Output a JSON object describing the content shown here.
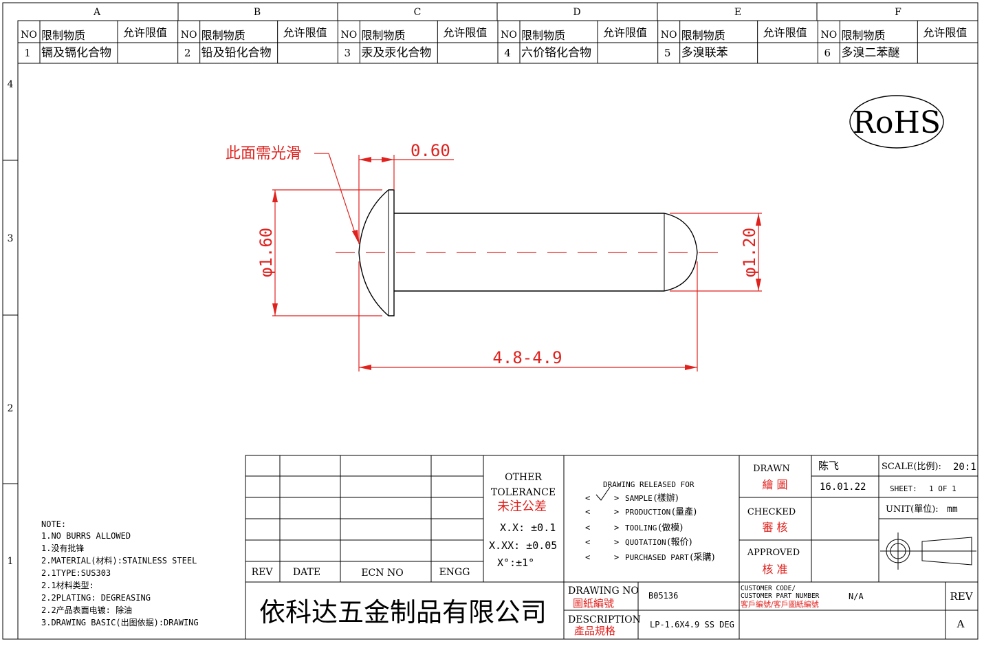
{
  "zones": {
    "columns": [
      "A",
      "B",
      "C",
      "D",
      "E",
      "F"
    ],
    "rows": [
      "4",
      "3",
      "2",
      "1"
    ]
  },
  "restricted": {
    "headers": {
      "no": "NO",
      "substance": "限制物质",
      "limit": "允许限值"
    },
    "items": [
      {
        "no": "1",
        "substance": "镉及镉化合物"
      },
      {
        "no": "2",
        "substance": "铅及铅化合物"
      },
      {
        "no": "3",
        "substance": "汞及汞化合物"
      },
      {
        "no": "4",
        "substance": "六价铬化合物"
      },
      {
        "no": "5",
        "substance": "多溴联苯"
      },
      {
        "no": "6",
        "substance": "多溴二苯醚"
      }
    ]
  },
  "rohs": "RoHS",
  "drawing": {
    "smooth_note": "此面需光滑",
    "dim_head_thk": "0.60",
    "dim_head_dia": "φ1.60",
    "dim_shank_dia": "φ1.20",
    "dim_length": "4.8-4.9"
  },
  "notes": [
    "NOTE:",
    "1.NO BURRS ALLOWED",
    "1.没有批锋",
    "2.MATERIAL(材料):STAINLESS STEEL",
    "2.1TYPE:SUS303",
    "2.1材料类型:",
    "2.2PLATING: DEGREASING",
    "2.2产品表面电镀: 除油",
    "3.DRAWING BASIC(出图依据):DRAWING"
  ],
  "revision_table": {
    "rev": "REV",
    "date": "DATE",
    "ecn": "ECN NO",
    "engg": "ENGG"
  },
  "tolerance": {
    "title1": "OTHER",
    "title2": "TOLERANCE",
    "title_cn": "未注公差",
    "xx": "X.X: ±0.1",
    "xxx": "X.XX: ±0.05",
    "angle": "X°:±1°"
  },
  "release": {
    "title": "DRAWING RELEASED FOR",
    "items": [
      {
        "label": "SAMPLE",
        "cn": "(樣辦)",
        "checked": true
      },
      {
        "label": "PRODUCTION",
        "cn": "(量產)",
        "checked": false
      },
      {
        "label": "TOOLING",
        "cn": "(做模)",
        "checked": false
      },
      {
        "label": "QUOTATION",
        "cn": "(報价)",
        "checked": false
      },
      {
        "label": "PURCHASED PART",
        "cn": "(采購)",
        "checked": false
      }
    ]
  },
  "signoff": {
    "drawn": "DRAWN",
    "drawn_cn": "繪 圖",
    "drawn_by": "陈飞",
    "drawn_date": "16.01.22",
    "checked": "CHECKED",
    "checked_cn": "審 核",
    "approved": "APPROVED",
    "approved_cn": "核 准"
  },
  "sheet": {
    "scale_label": "SCALE(比例):",
    "scale_value": "20:1",
    "sheet_label": "SHEET:",
    "sheet_value": "1 OF 1",
    "unit_label": "UNIT(單位):",
    "unit_value": "mm"
  },
  "company": "依科达五金制品有限公司",
  "drawing_no": {
    "label": "DRAWING NO",
    "label_cn": "圖紙編號",
    "value": "B05136"
  },
  "customer": {
    "label1": "CUSTOMER CODE/",
    "label2": "CUSTOMER PART NUMBER",
    "label_cn": "客戶編號/客戶圖紙編號",
    "value": "N/A"
  },
  "description": {
    "label": "DESCRIPTION",
    "label_cn": "產品規格",
    "value": "LP-1.6X4.9 SS DEG"
  },
  "rev": {
    "label": "REV",
    "value": "A"
  }
}
